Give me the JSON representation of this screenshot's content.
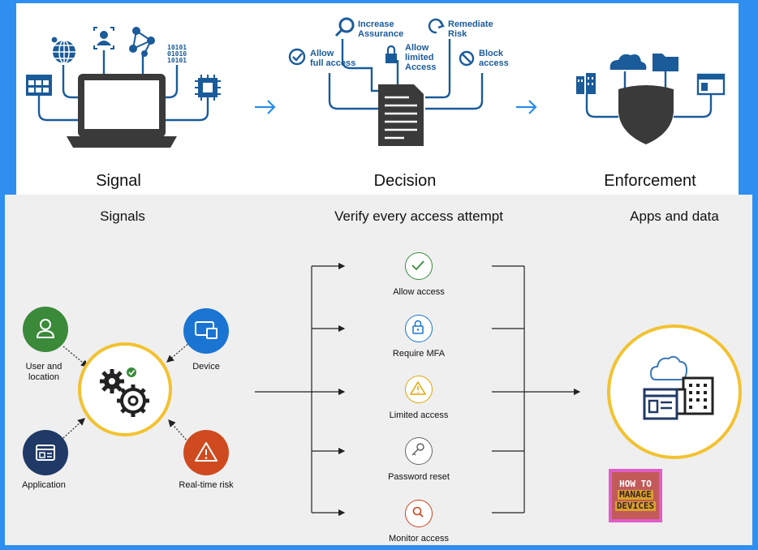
{
  "top": {
    "labels": {
      "signal": "Signal",
      "decision": "Decision",
      "enforcement": "Enforcement"
    },
    "decision_options": {
      "increase_assurance": [
        "Increase",
        "Assurance"
      ],
      "remediate_risk": [
        "Remediate",
        "Risk"
      ],
      "allow_full_access": [
        "Allow",
        "full access"
      ],
      "allow_limited_access": [
        "Allow",
        "limited",
        "Access"
      ],
      "block_access": [
        "Block",
        "access"
      ]
    },
    "signal_binary_text": "10101\n01010\n10101"
  },
  "bottom": {
    "headings": {
      "signals": "Signals",
      "verify": "Verify every access attempt",
      "apps": "Apps and data"
    },
    "signals": [
      {
        "label": [
          "User and",
          "location"
        ],
        "color": "#3a8a3a",
        "icon": "user-icon"
      },
      {
        "label": [
          "Device"
        ],
        "color": "#1a74d2",
        "icon": "device-icon"
      },
      {
        "label": [
          "Application"
        ],
        "color": "#1f3a66",
        "icon": "application-icon"
      },
      {
        "label": [
          "Real-time risk"
        ],
        "color": "#cf4a1f",
        "icon": "warning-icon"
      }
    ],
    "decisions": [
      {
        "label": "Allow access",
        "color": "#3a8a3a",
        "icon": "checkmark-icon"
      },
      {
        "label": "Require MFA",
        "color": "#1a74d2",
        "icon": "lock-icon"
      },
      {
        "label": "Limited access",
        "color": "#e0a600",
        "icon": "warning-icon"
      },
      {
        "label": "Password reset",
        "color": "#666666",
        "icon": "key-icon"
      },
      {
        "label": "Monitor access",
        "color": "#c8451f",
        "icon": "magnifier-icon"
      }
    ],
    "accent_color": "#f2c230",
    "logo": {
      "line1": "HOW TO",
      "line2": "MANAGE",
      "line3": "DEVICES"
    }
  }
}
